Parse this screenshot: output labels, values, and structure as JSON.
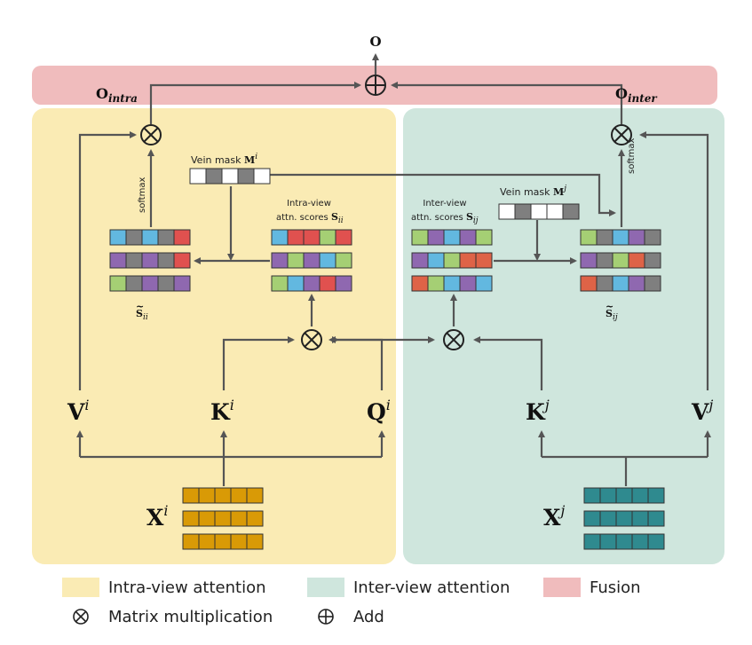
{
  "nodes": {
    "output": "O",
    "o_intra": {
      "main": "O",
      "sub": "intra"
    },
    "o_inter": {
      "main": "O",
      "sub": "inter"
    },
    "v_i": {
      "main": "V",
      "sup": "i"
    },
    "k_i": {
      "main": "K",
      "sup": "i"
    },
    "q_i": {
      "main": "Q",
      "sup": "i"
    },
    "k_j": {
      "main": "K",
      "sup": "j"
    },
    "v_j": {
      "main": "V",
      "sup": "j"
    },
    "x_i": {
      "main": "X",
      "sup": "i"
    },
    "x_j": {
      "main": "X",
      "sup": "j"
    },
    "softmax_left": "softmax",
    "softmax_right": "softmax",
    "vein_mask_i": {
      "text": "Vein mask ",
      "math": "M",
      "sup": "i"
    },
    "vein_mask_j": {
      "text": "Vein mask ",
      "math": "M",
      "sup": "j"
    },
    "intra_scores": {
      "line1": "Intra-view",
      "line2": "attn. scores ",
      "math": "S",
      "sub": "ii"
    },
    "inter_scores": {
      "line1": "Inter-view",
      "line2": "attn. scores ",
      "math": "S",
      "sub": "ij"
    },
    "s_tilde_ii": {
      "math": "S",
      "sub": "ii",
      "accent": "~"
    },
    "s_tilde_ij": {
      "math": "S",
      "sub": "ij",
      "accent": "~"
    }
  },
  "legend": {
    "intra": "Intra-view attention",
    "inter": "Inter-view attention",
    "fusion": "Fusion",
    "matmul": "Matrix multiplication",
    "add": "Add"
  },
  "colors": {
    "intra_bg": "#faebb4",
    "inter_bg": "#cfe6dd",
    "fusion_bg": "#f0bcbd",
    "x_i_cell": "#d99a06",
    "x_j_cell": "#2f8a8f",
    "blue": "#62b8e0",
    "gray": "#7f7f7f",
    "purple": "#8f68b0",
    "red": "#e0514f",
    "green": "#a5cf74",
    "orange_red": "#de6347"
  },
  "grids": {
    "intra_scores": [
      [
        "blue",
        "red",
        "red",
        "green",
        "red"
      ],
      [
        "purple",
        "green",
        "purple",
        "blue",
        "green"
      ],
      [
        "green",
        "blue",
        "purple",
        "red",
        "purple"
      ]
    ],
    "s_tilde_ii": [
      [
        "blue",
        "gray",
        "blue",
        "gray",
        "red"
      ],
      [
        "purple",
        "gray",
        "purple",
        "gray",
        "red"
      ],
      [
        "green",
        "gray",
        "purple",
        "gray",
        "purple"
      ]
    ],
    "inter_scores": [
      [
        "green",
        "purple",
        "blue",
        "purple",
        "green"
      ],
      [
        "purple",
        "blue",
        "green",
        "orange_red",
        "orange_red"
      ],
      [
        "orange_red",
        "green",
        "blue",
        "purple",
        "blue"
      ]
    ],
    "s_tilde_ij": [
      [
        "green",
        "gray",
        "blue",
        "purple",
        "gray"
      ],
      [
        "purple",
        "gray",
        "green",
        "orange_red",
        "gray"
      ],
      [
        "orange_red",
        "gray",
        "blue",
        "purple",
        "gray"
      ]
    ],
    "mask_i": [
      "white",
      "gray",
      "white",
      "gray",
      "white"
    ],
    "mask_j": [
      "white",
      "gray",
      "white",
      "white",
      "gray"
    ]
  }
}
